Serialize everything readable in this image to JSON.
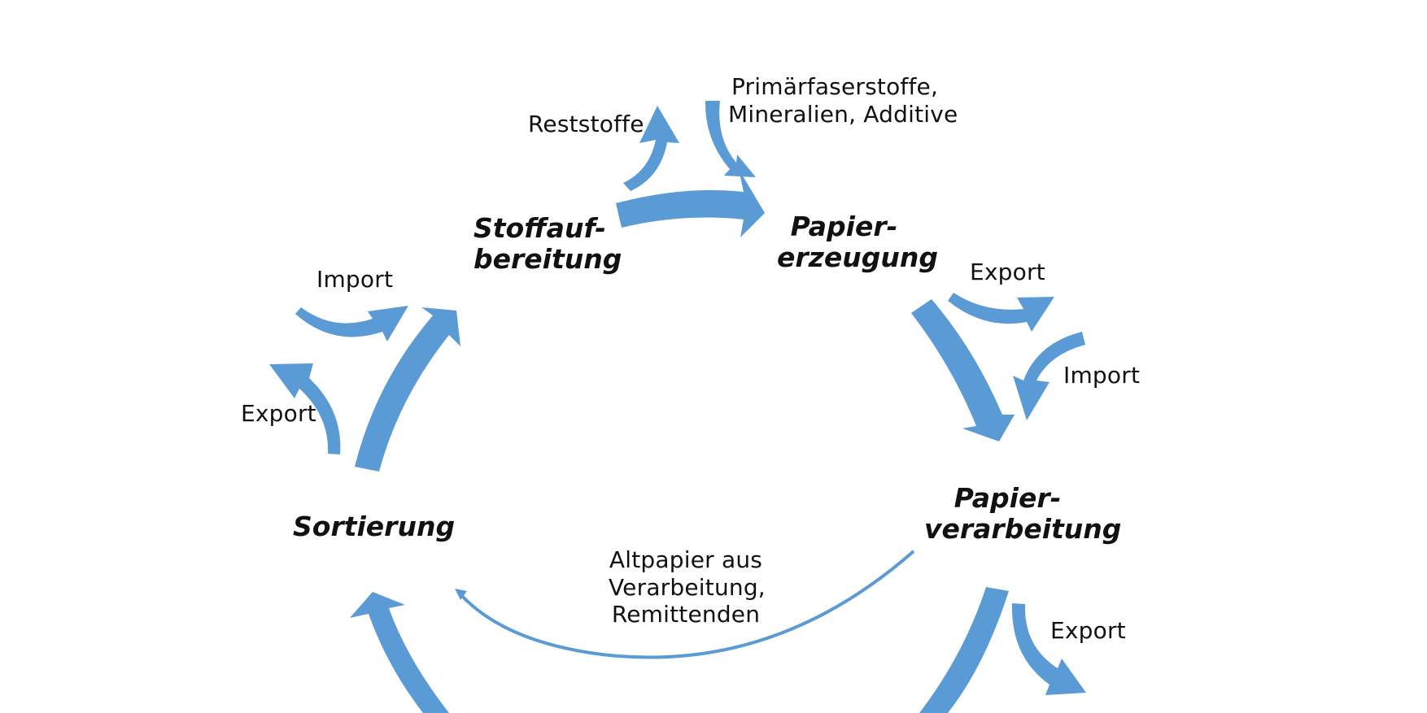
{
  "colors": {
    "accent": "#5b9bd5",
    "text": "#111111",
    "background": "#ffffff"
  },
  "nodes": {
    "stoffaufbereitung": {
      "line1": "Stoffauf-",
      "line2": "bereitung"
    },
    "papiererzeugung": {
      "line1": "Papier-",
      "line2": "erzeugung"
    },
    "papierverarbeitung": {
      "line1": "Papier-",
      "line2": "verarbeitung"
    },
    "sortierung": {
      "line1": "Sortierung"
    }
  },
  "flows": {
    "reststoffe": "Reststoffe",
    "primaerfaser": {
      "line1": "Primärfaserstoffe,",
      "line2": "Mineralien, Additive"
    },
    "erzeugung_export": "Export",
    "verarbeitung_import": "Import",
    "verarbeitung_export": "Export",
    "altpapier": {
      "line1": "Altpapier aus",
      "line2": "Verarbeitung,",
      "line3": "Remittenden"
    },
    "sortierung_export": "Export",
    "aufbereitung_import": "Import"
  }
}
